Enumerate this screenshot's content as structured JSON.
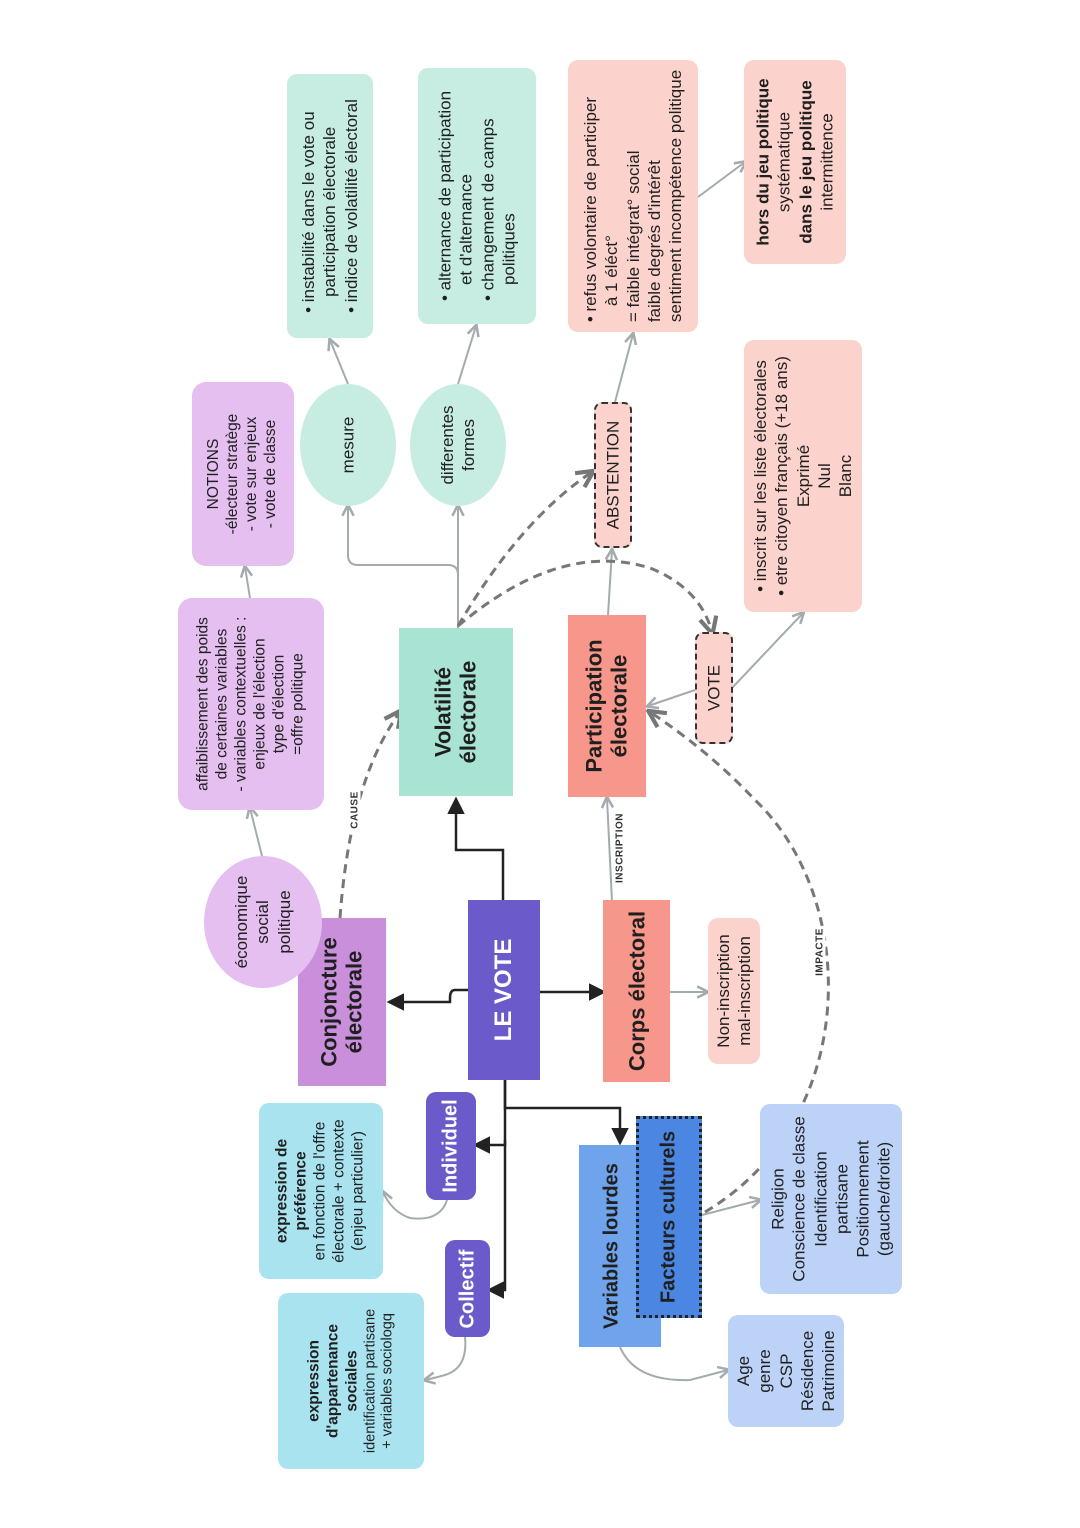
{
  "colors": {
    "center": "#6b5ac9",
    "conjoncture": "#c98fdb",
    "conjoncture_light": "#e4bff0",
    "volatilite": "#a9e3d3",
    "volatilite_light": "#c7ede2",
    "participation": "#f7968a",
    "participation_light": "#fcd3cc",
    "corps": "#f7968a",
    "variables": "#6fa3eb",
    "facteurs": "#4a86e2",
    "variables_light": "#bcd3f7",
    "individuel": "#6b5ac9",
    "cyan_light": "#a9e3f0",
    "arrow_gray": "#a3abae",
    "arrow_dark": "#222222",
    "dash_gray": "#777777"
  },
  "center": {
    "label": "LE VOTE"
  },
  "conjoncture": {
    "title": [
      "Conjoncture",
      "électorale"
    ],
    "circle": [
      "économique",
      "social",
      "politique"
    ],
    "detail": [
      "affaiblissement des poids",
      "de certaines variables",
      "- variables contextuelles :",
      "enjeux de l'élection",
      "type d'élection",
      "=offre politique"
    ],
    "notions": [
      "NOTIONS",
      "-électeur stratège",
      "- vote sur enjeux",
      "- vote de classe"
    ]
  },
  "volatilite": {
    "title": [
      "Volatilité",
      "électorale"
    ],
    "mesure": "mesure",
    "mesure_detail": [
      "• instabilité dans le vote ou",
      "participation électorale",
      "• indice de volatilité électoral"
    ],
    "formes": [
      "differentes",
      "formes"
    ],
    "formes_detail": [
      "• alternance de participation",
      "et d'alternance",
      "• changement de camps",
      "politiques"
    ]
  },
  "participation": {
    "title": [
      "Participation",
      "électorale"
    ],
    "abstention": "ABSTENTION",
    "abstention_detail": [
      "• refus volontaire de participer",
      "à 1 éléct°",
      "= faible intégrat° social",
      "faible degrés d'intérêt",
      "sentiment incompétence politique"
    ],
    "abstention_types": [
      "hors du jeu politique",
      "systématique",
      "dans le jeu politique",
      "intermittence"
    ],
    "vote": "VOTE",
    "vote_detail": [
      "• inscrit sur les liste électorales",
      "• etre citoyen français (+18 ans)",
      "Exprimé",
      "Nul",
      "Blanc"
    ]
  },
  "corps": {
    "title": "Corps électoral",
    "detail": [
      "Non-inscription",
      "mal-inscription"
    ]
  },
  "individuel": {
    "label": "Individuel",
    "detail": [
      "expression de",
      "préférence",
      "en fonction de l'offre",
      "électorale + contexte",
      "(enjeu particulier)"
    ]
  },
  "collectif": {
    "label": "Collectif",
    "detail": [
      "expression",
      "d'appartenance",
      "sociales",
      "identification partisane",
      "+ variables sociologq"
    ]
  },
  "variables": {
    "title": "Variables lourdes",
    "facteurs": "Facteurs culturels",
    "culturels_detail": [
      "Religion",
      "Conscience de classe",
      "Identification",
      "partisane",
      "Positionnement",
      "(gauche/droite)"
    ],
    "lourdes_detail": [
      "Age",
      "genre",
      "CSP",
      "Résidence",
      "Patrimoine"
    ]
  },
  "links": {
    "cause": "CAUSE",
    "inscription": "INSCRIPTION",
    "impacte": "IMPACTE"
  }
}
